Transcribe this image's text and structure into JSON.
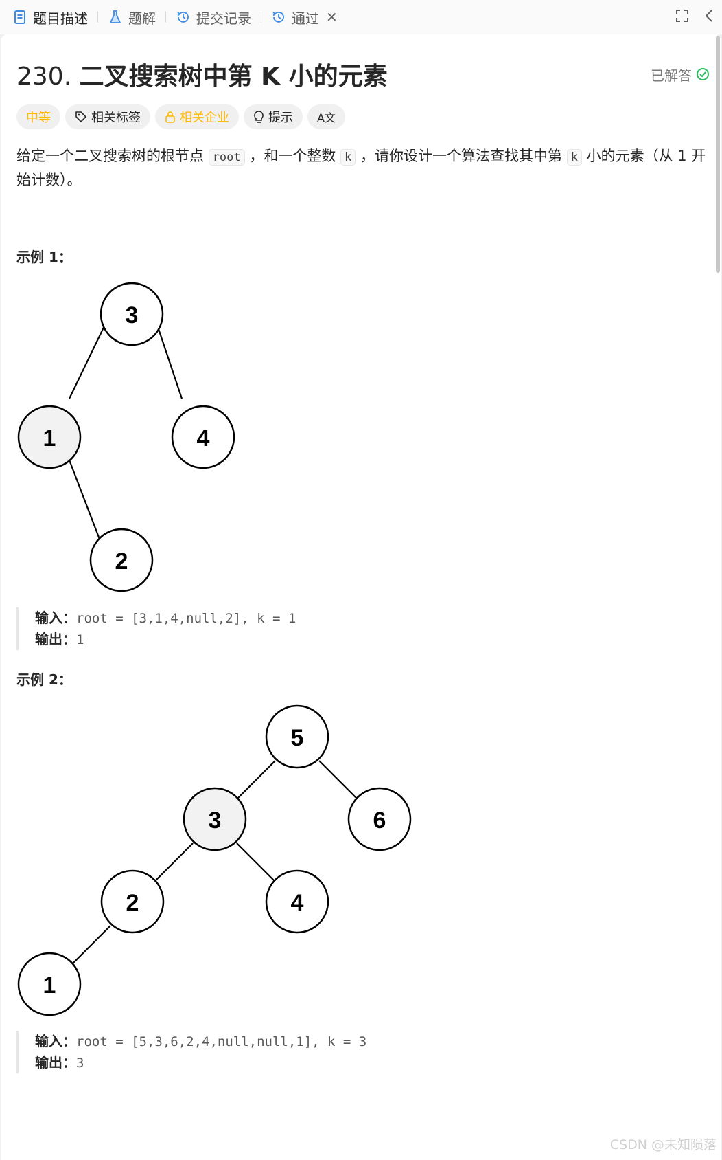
{
  "tabs": [
    {
      "label": "题目描述",
      "icon": "document-icon",
      "active": true
    },
    {
      "label": "题解",
      "icon": "flask-icon"
    },
    {
      "label": "提交记录",
      "icon": "history-icon"
    },
    {
      "label": "通过",
      "icon": "history-icon"
    }
  ],
  "problem": {
    "number": "230.",
    "name": "二叉搜索树中第 K 小的元素",
    "status": "已解答"
  },
  "tags": {
    "difficulty": "中等",
    "related_tags": "相关标签",
    "related_companies": "相关企业",
    "hint": "提示",
    "translate": "A文"
  },
  "description": {
    "part1": "给定一个二叉搜索树的根节点",
    "code_root": "root",
    "part2": "，和一个整数",
    "code_k": "k",
    "part3": "，请你设计一个算法查找其中第",
    "code_k2": "k",
    "part4": "小的元素（从 1 开始计数）。"
  },
  "examples": [
    {
      "title": "示例 1：",
      "input_label": "输入：",
      "input_value": "root = [3,1,4,null,2], k = 1",
      "output_label": "输出：",
      "output_value": "1",
      "tree_nodes": [
        {
          "label": "3",
          "highlight": false
        },
        {
          "label": "1",
          "highlight": true
        },
        {
          "label": "4",
          "highlight": false
        },
        {
          "label": "2",
          "highlight": false
        }
      ]
    },
    {
      "title": "示例 2：",
      "input_label": "输入：",
      "input_value": "root = [5,3,6,2,4,null,null,1], k = 3",
      "output_label": "输出：",
      "output_value": "3",
      "tree_nodes": [
        {
          "label": "5",
          "highlight": false
        },
        {
          "label": "3",
          "highlight": true
        },
        {
          "label": "6",
          "highlight": false
        },
        {
          "label": "2",
          "highlight": false
        },
        {
          "label": "4",
          "highlight": false
        },
        {
          "label": "1",
          "highlight": false
        }
      ]
    }
  ],
  "colors": {
    "difficulty_medium": "#ffb800",
    "solved_check": "#2cbb5d",
    "tab_icon_blue": "#3c8ce7",
    "node_highlight": "#f2f2f2"
  },
  "watermark": "CSDN @未知陨落"
}
